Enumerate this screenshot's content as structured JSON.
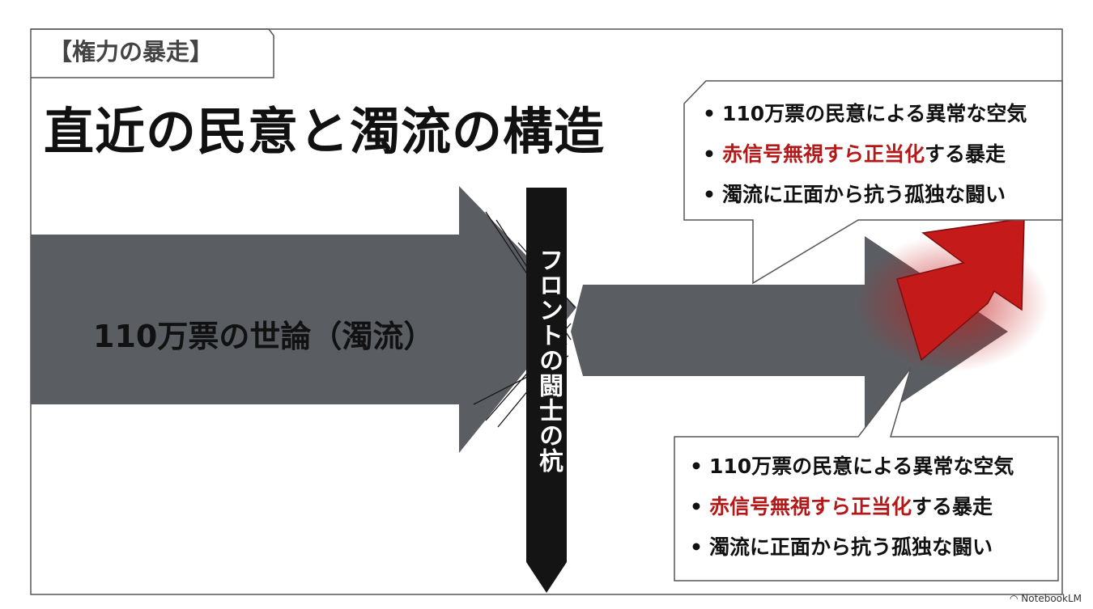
{
  "tag": "【権力の暴走】",
  "title": "直近の民意と濁流の構造",
  "flow_label": "110万票の世論（濁流）",
  "stake_label": "フロントの闘士の杭",
  "bullets_top": [
    {
      "text": "110万票の民意による異常な空気"
    },
    {
      "red": "赤信号無視すら正当化",
      "text": "する暴走"
    },
    {
      "text": "濁流に正面から抗う孤独な闘い"
    }
  ],
  "bullets_bottom": [
    {
      "text": "110万票の民意による異常な空気"
    },
    {
      "red": "赤信号無視すら正当化",
      "text": "する暴走"
    },
    {
      "text": "濁流に正面から抗う孤独な闘い"
    }
  ],
  "watermark": "NotebookLM",
  "colors": {
    "arrow": "#5a5e63",
    "stake": "#141414",
    "accent_red": "#c41a1a",
    "text_red": "#b51818",
    "frame": "#555555"
  },
  "icons": {
    "bullet": "bullet-dot-icon",
    "watermark": "notebooklm-logo-icon"
  }
}
